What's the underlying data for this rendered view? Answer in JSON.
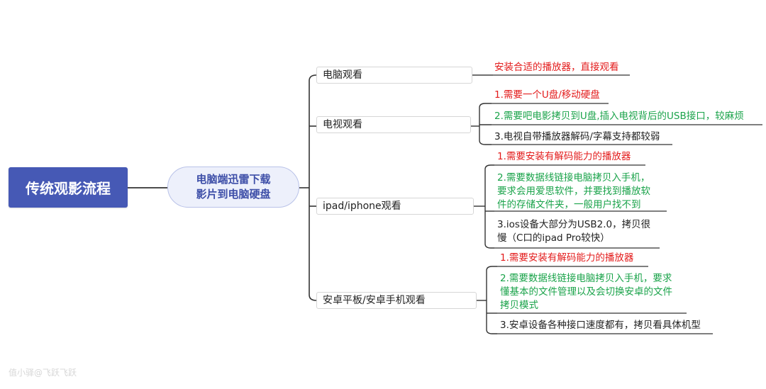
{
  "root": {
    "label": "传统观影流程"
  },
  "hub": {
    "line1": "电脑端迅雷下载",
    "line2": "影片到电脑硬盘"
  },
  "branches": [
    {
      "label": "电脑观看",
      "leaves": [
        {
          "lines": [
            "安装合适的播放器，直接观看"
          ],
          "color": "#e31b1b"
        }
      ]
    },
    {
      "label": "电视观看",
      "leaves": [
        {
          "lines": [
            "1.需要一个U盘/移动硬盘"
          ],
          "color": "#e31b1b"
        },
        {
          "lines": [
            "2.需要吧电影拷贝到U盘,插入电视背后的USB接口，较麻烦"
          ],
          "color": "#1aa34a"
        },
        {
          "lines": [
            "3.电视自带播放器解码/字幕支持都较弱"
          ],
          "color": "#222222"
        }
      ]
    },
    {
      "label": "ipad/iphone观看",
      "leaves": [
        {
          "lines": [
            "1.需要安装有解码能力的播放器"
          ],
          "color": "#e31b1b"
        },
        {
          "lines": [
            "2.需要数据线链接电脑拷贝入手机，",
            "要求会用爱思软件，并要找到播放软",
            "件的存储文件夹，一般用户找不到"
          ],
          "color": "#1aa34a"
        },
        {
          "lines": [
            "3.ios设备大部分为USB2.0，拷贝很",
            "慢（C口的ipad Pro较快）"
          ],
          "color": "#222222"
        }
      ]
    },
    {
      "label": "安卓平板/安卓手机观看",
      "leaves": [
        {
          "lines": [
            "1.需要安装有解码能力的播放器"
          ],
          "color": "#e31b1b"
        },
        {
          "lines": [
            "2.需要数据线链接电脑拷贝入手机，要求",
            "懂基本的文件管理以及会切换安卓的文件",
            "拷贝模式"
          ],
          "color": "#1aa34a"
        },
        {
          "lines": [
            "3.安卓设备各种接口速度都有，拷贝看具体机型"
          ],
          "color": "#222222"
        }
      ]
    }
  ],
  "watermark": "值小驿@飞跃飞跃"
}
